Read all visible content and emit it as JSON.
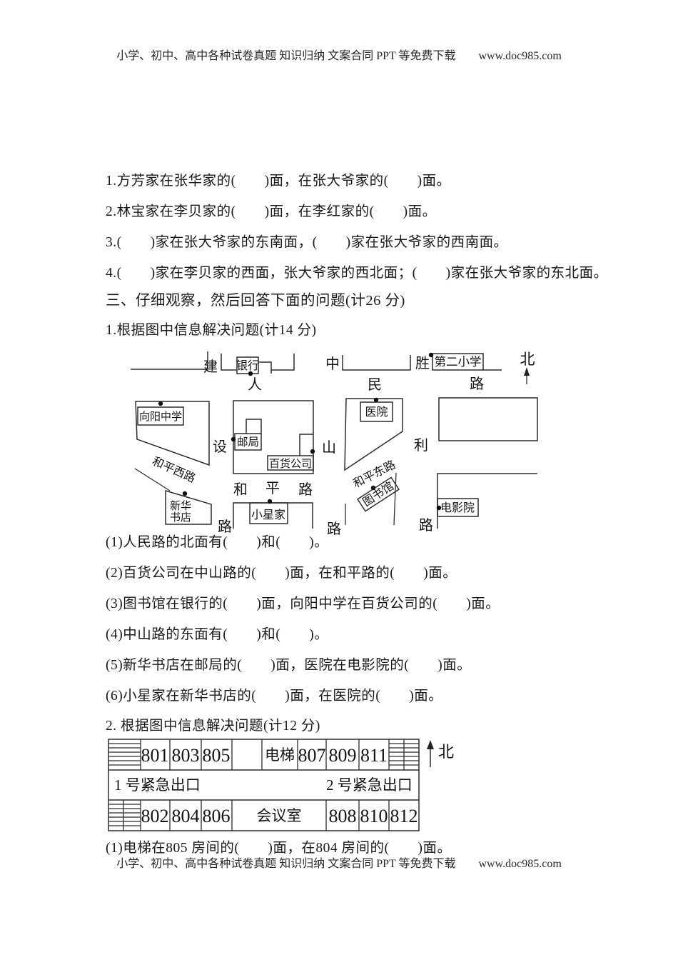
{
  "page": {
    "header": "小学、初中、高中各种试卷真题 知识归纳 文案合同 PPT 等免费下载　　www.doc985.com",
    "footer": "小学、初中、高中各种试卷真题 知识归纳 文案合同 PPT 等免费下载　　www.doc985.com"
  },
  "part_two": {
    "items": [
      "1.方芳家在张华家的(　　)面，在张大爷家的(　　)面。",
      "2.林宝家在李贝家的(　　)面，在李红家的(　　)面。",
      "3.(　　)家在张大爷家的东南面，(　　)家在张大爷家的西南面。",
      "4.(　　)家在李贝家的西面，张大爷家的西北面；(　　)家在张大爷家的东北面。"
    ]
  },
  "section_three": {
    "title": "三、仔细观察，然后回答下面的问题(计26 分)",
    "q1_title": "1.根据图中信息解决问题(计14 分)",
    "q1_items": [
      "(1)人民路的北面有(　　)和(　　)。",
      "(2)百货公司在中山路的(　　)面，在和平路的(　　)面。",
      "(3)图书馆在银行的(　　)面，向阳中学在百货公司的(　　)面。",
      "(4)中山路的东面有(　　)和(　　)。",
      "(5)新华书店在邮局的(　　)面，医院在电影院的(　　)面。",
      "(6)小星家在新华书店的(　　)面，在医院的(　　)面。"
    ],
    "q2_title": "2.  根据图中信息解决问题(计12 分)",
    "q2_items": [
      "(1)电梯在805 房间的(　　)面，在804 房间的(　　)面。"
    ]
  },
  "map": {
    "north": "北",
    "ren": "人",
    "min": "民",
    "lu_renmin": "路",
    "jian": "建",
    "she": "设",
    "lu_jianshe": "路",
    "zhong": "中",
    "shan": "山",
    "lu_zhongshan": "路",
    "sheng": "胜",
    "li": "利",
    "lu_shengli": "路",
    "he": "和",
    "ping": "平",
    "lu_heping": "路",
    "heping_west": "和平西路",
    "heping_east": "和平东路",
    "bank": "银行",
    "second_school": "第二小学",
    "xiangyang_school": "向阳中学",
    "post_office": "邮局",
    "dept_store": "百货公司",
    "hospital": "医院",
    "bookstore1": "新华",
    "bookstore2": "书店",
    "xiaoxing": "小星家",
    "library": "图书馆",
    "cinema": "电影院"
  },
  "floor_plan": {
    "north": "北",
    "top": [
      "801",
      "803",
      "805",
      "电梯",
      "807",
      "809",
      "811"
    ],
    "bottom": [
      "802",
      "804",
      "806",
      "会议室",
      "808",
      "810",
      "812"
    ],
    "exits": [
      "1 号紧急出口",
      "2 号紧急出口"
    ]
  }
}
